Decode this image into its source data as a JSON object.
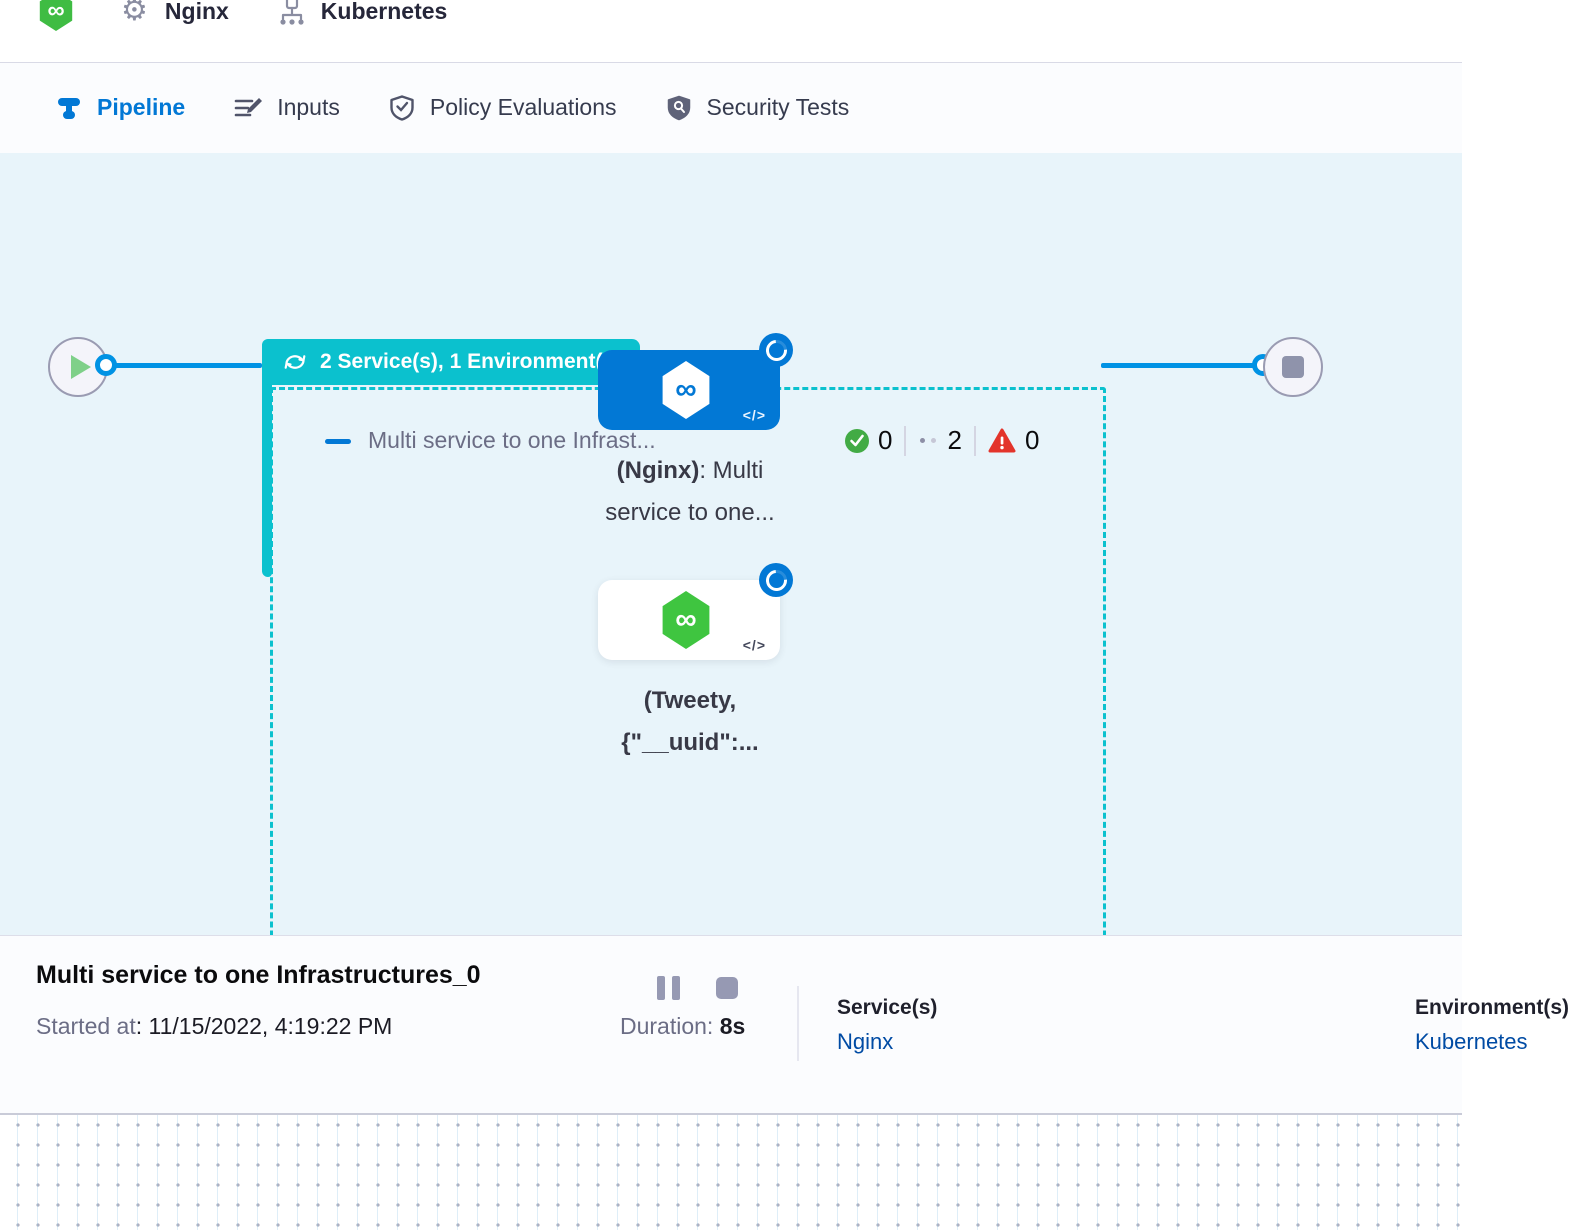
{
  "header": {
    "service_crumb": "Nginx",
    "environment_crumb": "Kubernetes",
    "icons": {
      "logo": "∞",
      "gear": "⚙",
      "code": "</>"
    }
  },
  "tabs": [
    {
      "label": "Pipeline",
      "active": true
    },
    {
      "label": "Inputs",
      "active": false
    },
    {
      "label": "Policy Evaluations",
      "active": false
    },
    {
      "label": "Security Tests",
      "active": false
    }
  ],
  "canvas": {
    "stage_badge": "2 Service(s), 1 Environment(s)",
    "stage_title": "Multi service to one Infrast...",
    "counts": {
      "success": "0",
      "running": "2",
      "failed": "0"
    },
    "nodes": [
      {
        "label_bold": "(Nginx)",
        "label_after": ": Multi",
        "label_line2": "service to one..."
      },
      {
        "label_bold": "(Tweety,",
        "label_line2": "{\"__uuid\":..."
      }
    ]
  },
  "footer": {
    "title": "Multi service to one Infrastructures_0",
    "started_label": "Started at",
    "started_value": ": 11/15/2022, 4:19:22 PM",
    "duration_label": "Duration:",
    "duration_value": " 8s",
    "services_label": "Service(s)",
    "services_value": "Nginx",
    "environments_label": "Environment(s)",
    "environments_value": "Kubernetes"
  }
}
